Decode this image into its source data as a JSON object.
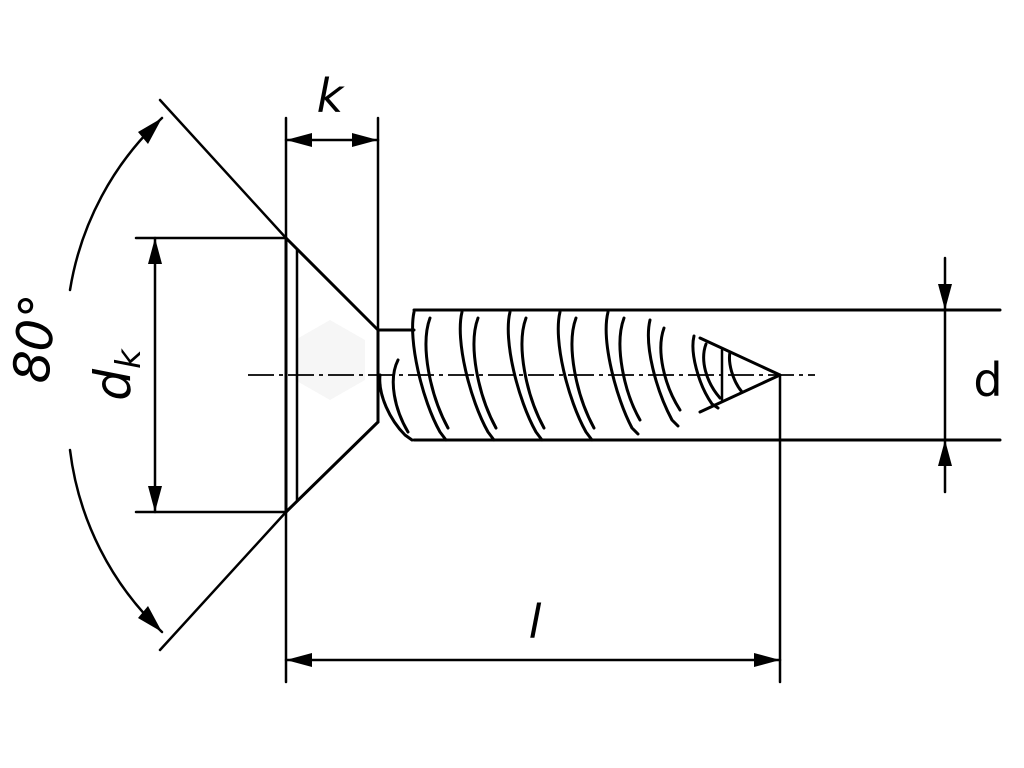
{
  "labels": {
    "head_height": "k",
    "head_angle": "80°",
    "head_diameter_main": "d",
    "head_diameter_sub": "k",
    "thread_diameter": "d",
    "length": "l"
  }
}
